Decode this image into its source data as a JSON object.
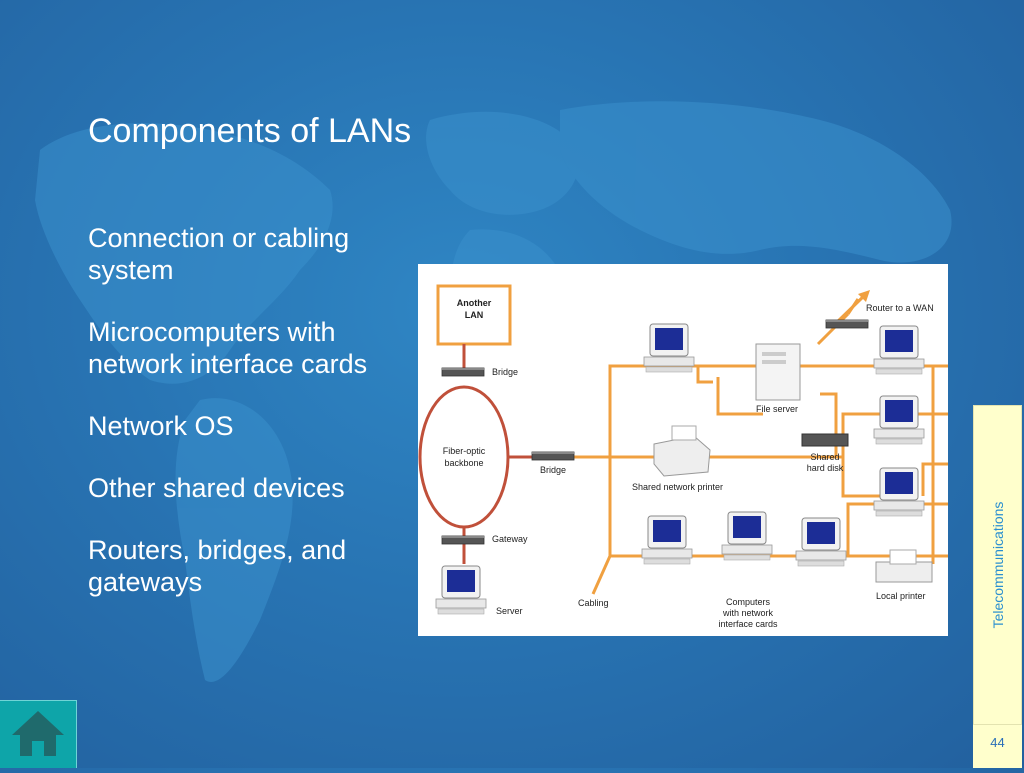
{
  "slide": {
    "title": "Components of LANs",
    "bullets": [
      "Connection or cabling system",
      "Microcomputers with network interface cards",
      "Network OS",
      "Other shared devices",
      "Routers, bridges, and gateways"
    ],
    "side_label": "Telecommunications",
    "page_number": "44"
  },
  "diagram": {
    "labels": {
      "another_lan_1": "Another",
      "another_lan_2": "LAN",
      "bridge_top": "Bridge",
      "fiber_1": "Fiber-optic",
      "fiber_2": "backbone",
      "bridge_mid": "Bridge",
      "gateway": "Gateway",
      "server": "Server",
      "cabling": "Cabling",
      "router": "Router to a WAN",
      "file_server": "File server",
      "shared_printer": "Shared network printer",
      "shared_disk_1": "Shared",
      "shared_disk_2": "hard disk",
      "computers_1": "Computers",
      "computers_2": "with network",
      "computers_3": "interface cards",
      "local_printer": "Local printer"
    },
    "colors": {
      "cable": "#f0a040",
      "backbone": "#c0503a",
      "screen": "#1c2d96"
    }
  }
}
